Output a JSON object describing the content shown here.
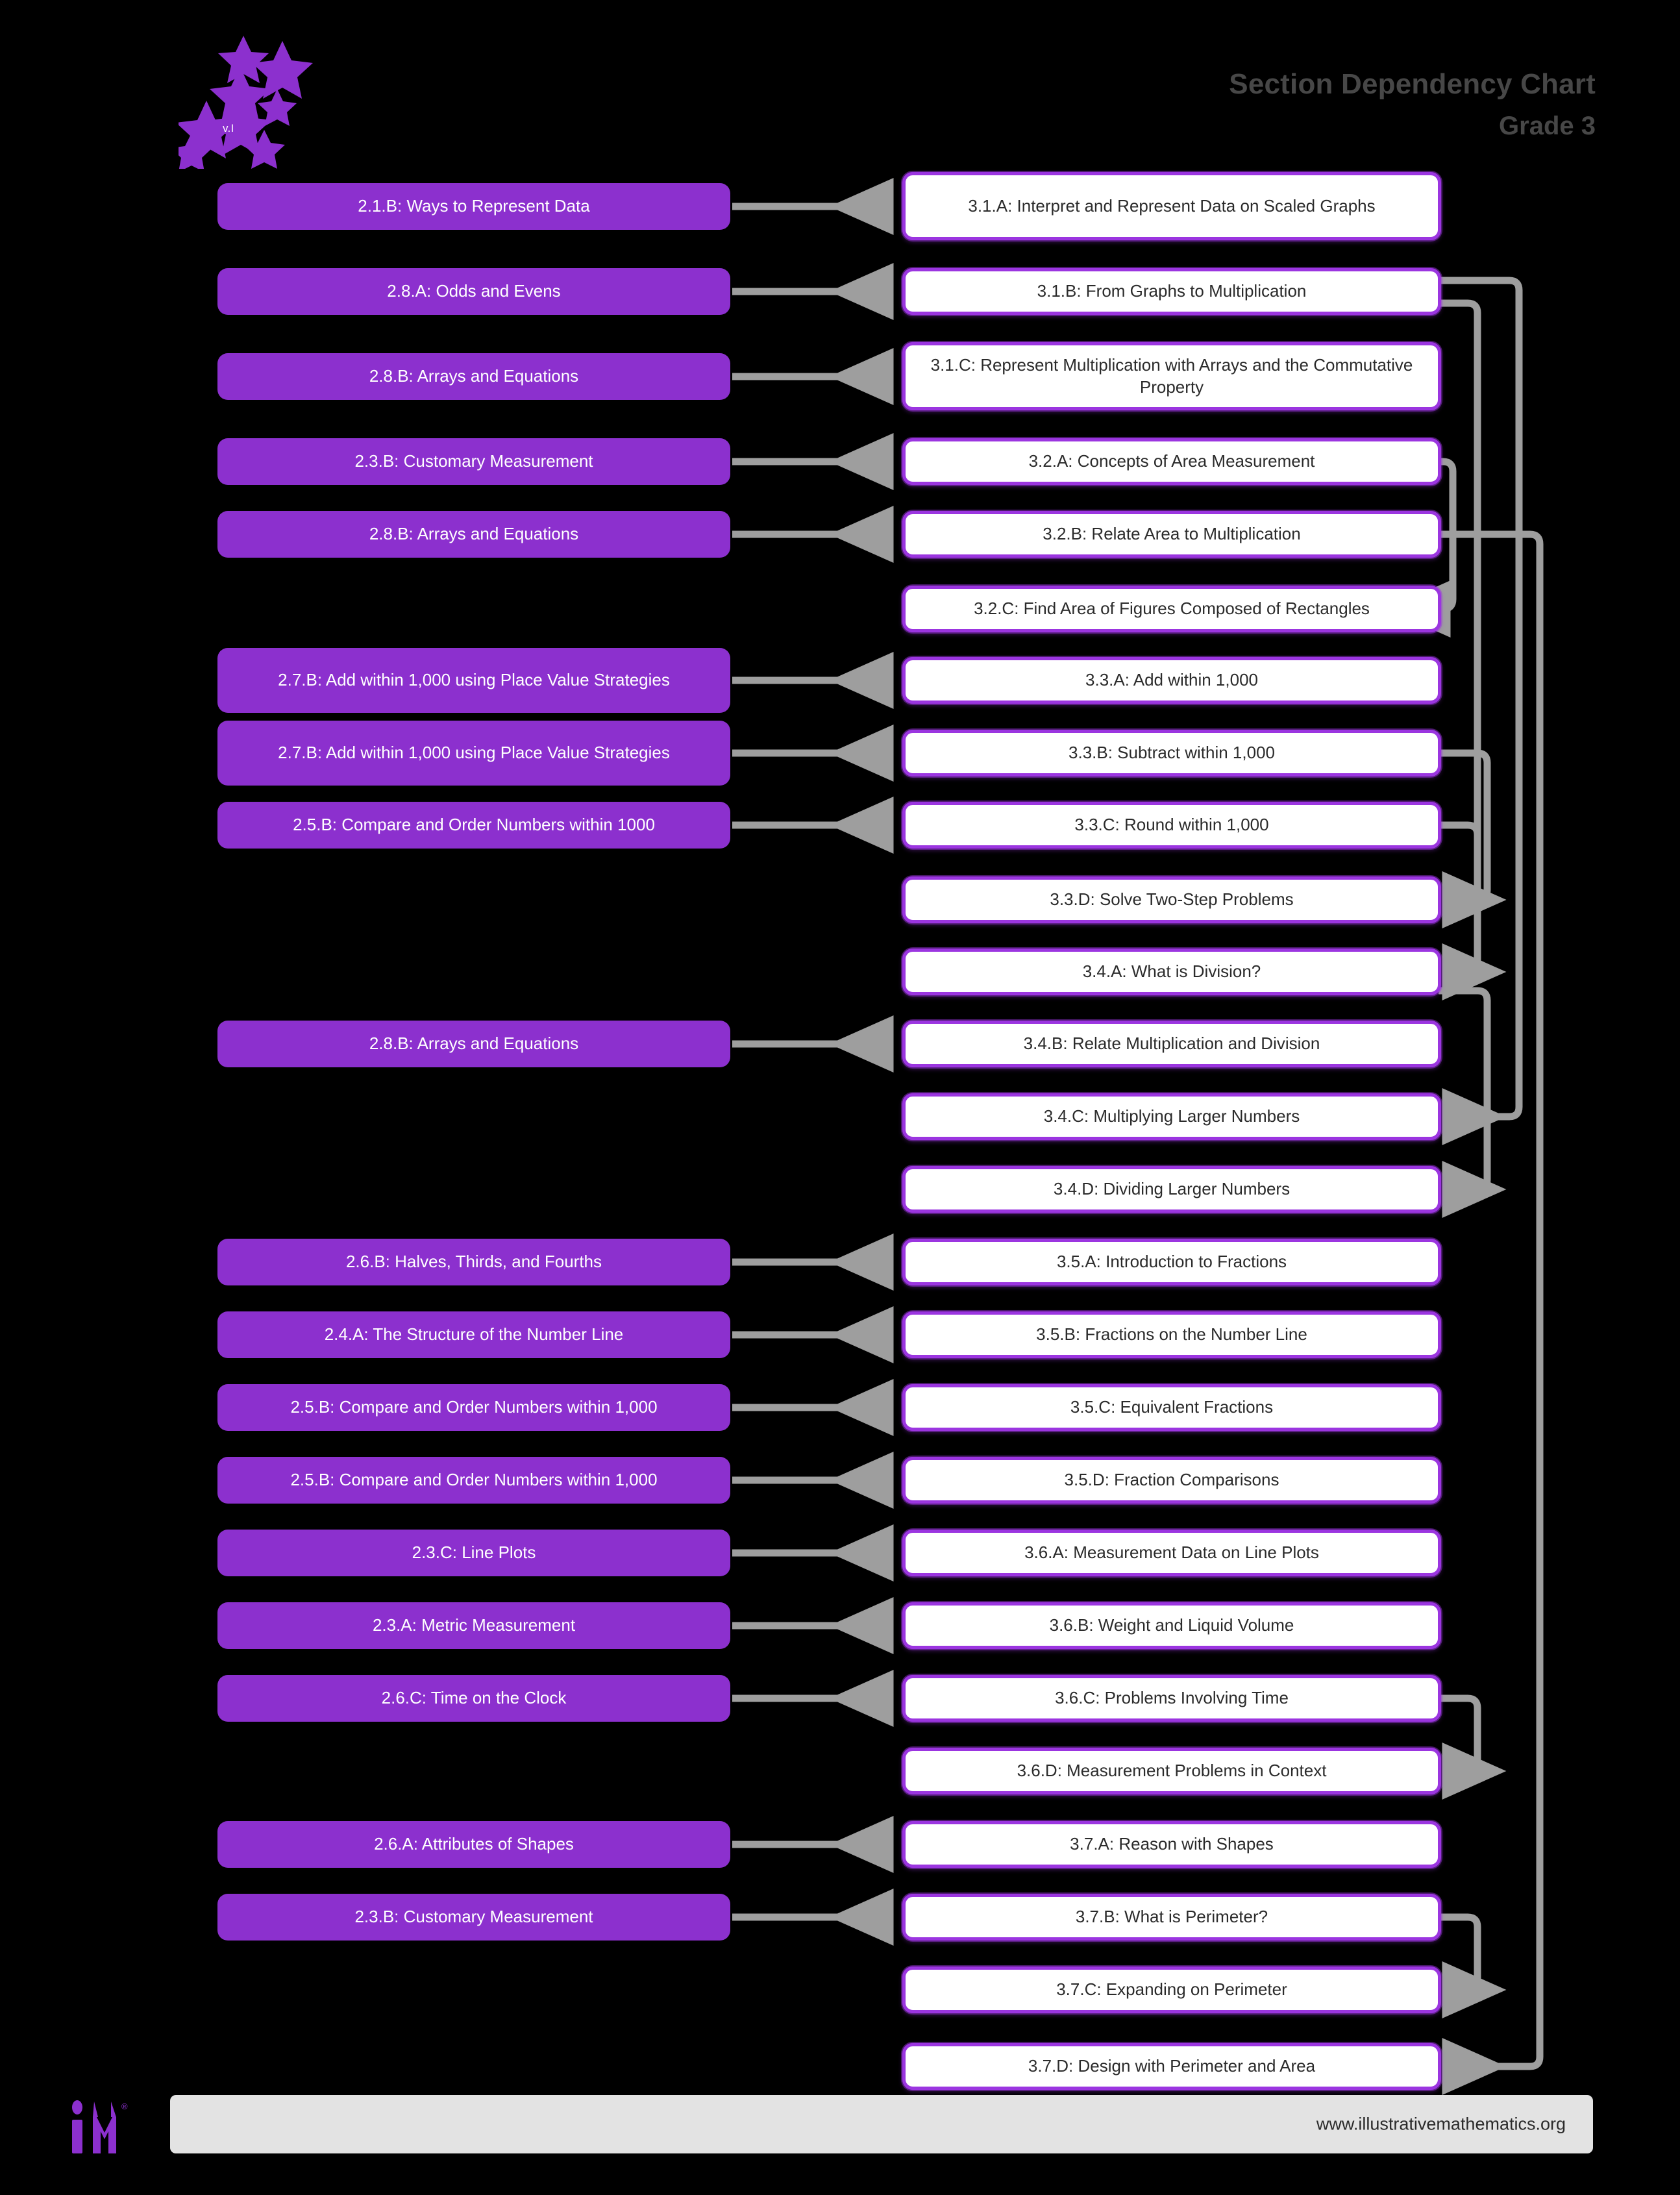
{
  "header": {
    "title": "Section Dependency Chart",
    "subtitle": "Grade 3",
    "version_tag": "v.I"
  },
  "footer": {
    "url": "www.illustrativemathematics.org",
    "logo_text": "iM",
    "logo_registered": "®"
  },
  "colors": {
    "background": "#000000",
    "source_node_fill": "#8c30ce",
    "target_node_fill": "#ffffff",
    "target_node_border": "#9b35e0",
    "connector": "#9e9e9e",
    "header_text": "#474747",
    "footer_bar": "#e3e3e3",
    "star": "#8c30ce"
  },
  "chart_data": {
    "type": "diagram",
    "title": "Section Dependency Chart",
    "subtitle": "Grade 3",
    "source_nodes": [
      {
        "id": "s1",
        "label": "2.1.B: Ways to Represent Data",
        "target": "3.1.A"
      },
      {
        "id": "s2",
        "label": "2.8.A: Odds and Evens",
        "target": "3.1.B"
      },
      {
        "id": "s3",
        "label": "2.8.B: Arrays and Equations",
        "target": "3.1.C"
      },
      {
        "id": "s4",
        "label": "2.3.B: Customary Measurement",
        "target": "3.2.A"
      },
      {
        "id": "s5",
        "label": "2.8.B: Arrays and Equations",
        "target": "3.2.B"
      },
      {
        "id": "s6",
        "label": "2.7.B: Add within 1,000 using Place Value Strategies",
        "target": "3.3.A"
      },
      {
        "id": "s7",
        "label": "2.7.B: Add within 1,000 using Place Value Strategies",
        "target": "3.3.B"
      },
      {
        "id": "s8",
        "label": "2.5.B: Compare and Order Numbers within 1000",
        "target": "3.3.C"
      },
      {
        "id": "s9",
        "label": "2.8.B: Arrays and Equations",
        "target": "3.4.B"
      },
      {
        "id": "s10",
        "label": "2.6.B: Halves, Thirds, and Fourths",
        "target": "3.5.A"
      },
      {
        "id": "s11",
        "label": "2.4.A: The Structure of the Number Line",
        "target": "3.5.B"
      },
      {
        "id": "s12",
        "label": "2.5.B: Compare and Order Numbers within 1,000",
        "target": "3.5.C"
      },
      {
        "id": "s13",
        "label": "2.5.B: Compare and Order Numbers within 1,000",
        "target": "3.5.D"
      },
      {
        "id": "s14",
        "label": "2.3.C: Line Plots",
        "target": "3.6.A"
      },
      {
        "id": "s15",
        "label": "2.3.A: Metric Measurement",
        "target": "3.6.B"
      },
      {
        "id": "s16",
        "label": "2.6.C: Time on the Clock",
        "target": "3.6.C"
      },
      {
        "id": "s17",
        "label": "2.6.A: Attributes of Shapes",
        "target": "3.7.A"
      },
      {
        "id": "s18",
        "label": "2.3.B: Customary Measurement",
        "target": "3.7.B"
      }
    ],
    "target_nodes": [
      {
        "id": "3.1.A",
        "label": "3.1.A: Interpret and Represent Data on Scaled Graphs"
      },
      {
        "id": "3.1.B",
        "label": "3.1.B: From Graphs to Multiplication"
      },
      {
        "id": "3.1.C",
        "label": "3.1.C: Represent Multiplication with Arrays and the Commutative Property"
      },
      {
        "id": "3.2.A",
        "label": "3.2.A: Concepts of Area Measurement"
      },
      {
        "id": "3.2.B",
        "label": "3.2.B: Relate Area to Multiplication"
      },
      {
        "id": "3.2.C",
        "label": "3.2.C: Find Area of Figures Composed of Rectangles"
      },
      {
        "id": "3.3.A",
        "label": "3.3.A: Add within 1,000"
      },
      {
        "id": "3.3.B",
        "label": "3.3.B: Subtract within 1,000"
      },
      {
        "id": "3.3.C",
        "label": "3.3.C: Round within 1,000"
      },
      {
        "id": "3.3.D",
        "label": "3.3.D: Solve Two-Step Problems"
      },
      {
        "id": "3.4.A",
        "label": "3.4.A: What is Division?"
      },
      {
        "id": "3.4.B",
        "label": "3.4.B: Relate Multiplication and Division"
      },
      {
        "id": "3.4.C",
        "label": "3.4.C: Multiplying Larger Numbers"
      },
      {
        "id": "3.4.D",
        "label": "3.4.D: Dividing Larger Numbers"
      },
      {
        "id": "3.5.A",
        "label": "3.5.A: Introduction to Fractions"
      },
      {
        "id": "3.5.B",
        "label": "3.5.B: Fractions on the Number Line"
      },
      {
        "id": "3.5.C",
        "label": "3.5.C: Equivalent Fractions"
      },
      {
        "id": "3.5.D",
        "label": "3.5.D: Fraction Comparisons"
      },
      {
        "id": "3.6.A",
        "label": "3.6.A: Measurement Data on Line Plots"
      },
      {
        "id": "3.6.B",
        "label": "3.6.B: Weight and Liquid Volume"
      },
      {
        "id": "3.6.C",
        "label": "3.6.C: Problems Involving Time"
      },
      {
        "id": "3.6.D",
        "label": "3.6.D: Measurement Problems in Context"
      },
      {
        "id": "3.7.A",
        "label": "3.7.A: Reason with Shapes"
      },
      {
        "id": "3.7.B",
        "label": "3.7.B: What is Perimeter?"
      },
      {
        "id": "3.7.C",
        "label": "3.7.C: Expanding on Perimeter"
      },
      {
        "id": "3.7.D",
        "label": "3.7.D: Design with Perimeter and Area"
      }
    ],
    "internal_edges": [
      {
        "from": "3.1.B",
        "to": "3.4.C"
      },
      {
        "from": "3.1.B",
        "to": "3.3.D"
      },
      {
        "from": "3.2.A",
        "to": "3.2.C"
      },
      {
        "from": "3.2.B",
        "to": "3.7.D"
      },
      {
        "from": "3.3.B",
        "to": "3.3.D"
      },
      {
        "from": "3.3.C",
        "to": "3.4.A"
      },
      {
        "from": "3.4.A",
        "to": "3.4.D"
      },
      {
        "from": "3.6.C",
        "to": "3.6.D"
      },
      {
        "from": "3.7.B",
        "to": "3.7.C"
      }
    ]
  }
}
